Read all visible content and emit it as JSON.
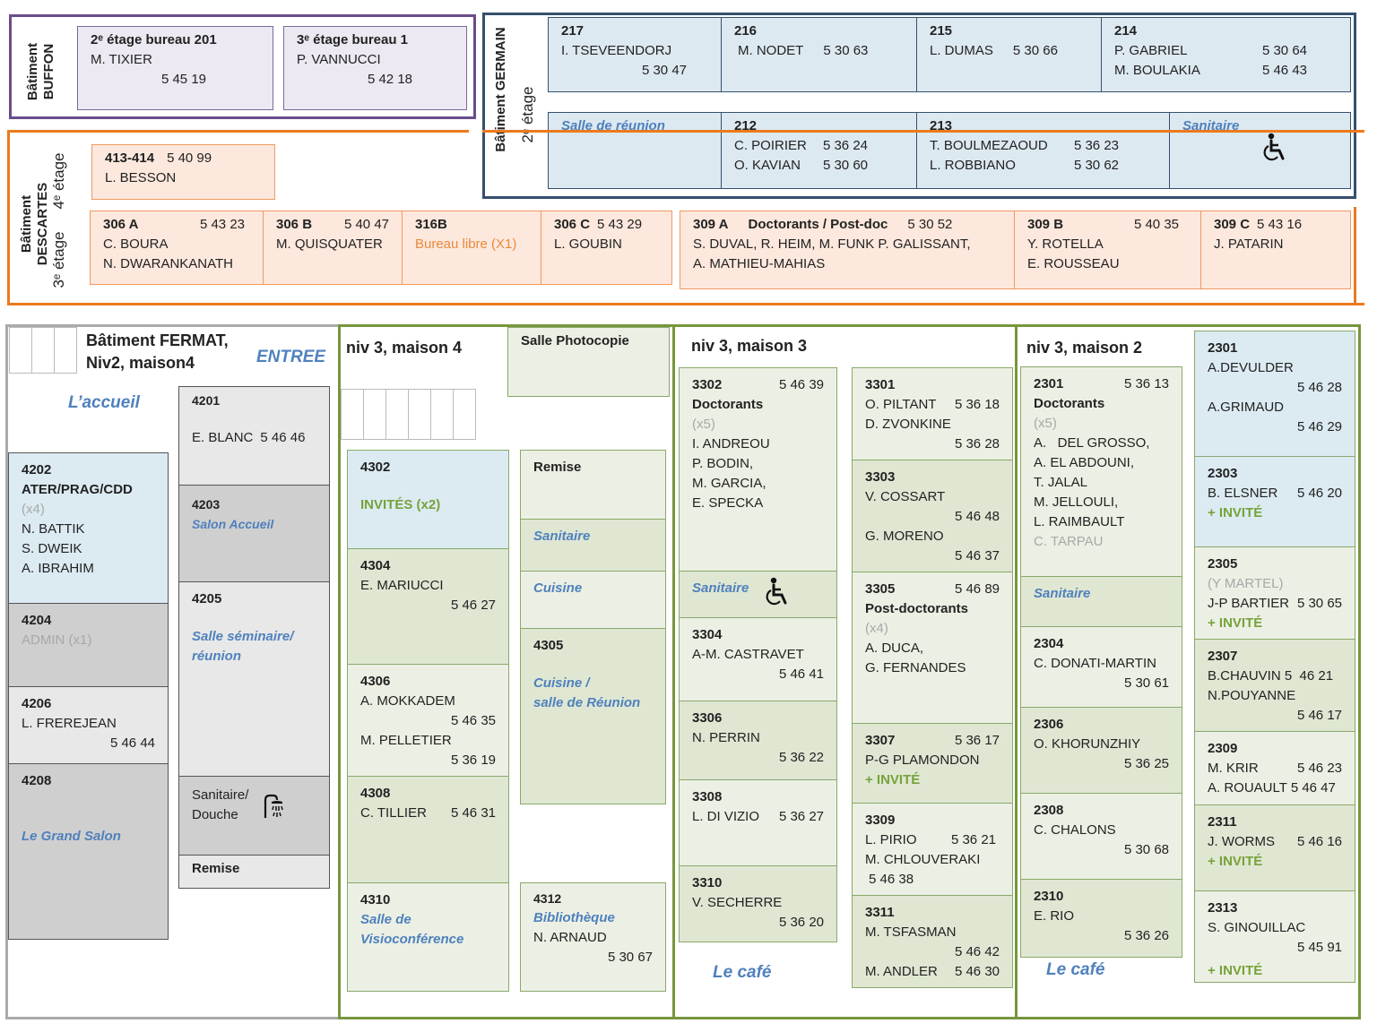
{
  "buffon": {
    "label": "Bâtiment\nBUFFON",
    "r1_title": "2ᵉ étage bureau 201",
    "r1_name": "M. TIXIER",
    "r1_phone": "5 45 19",
    "r2_title": "3ᵉ étage bureau 1",
    "r2_name": "P. VANNUCCI",
    "r2_phone": "5 42 18"
  },
  "germain": {
    "label": "Bâtiment GERMAIN",
    "floor": "2ᵉ étage",
    "r217": {
      "num": "217",
      "name": "I. TSEVEENDORJ",
      "phone": "5 30 47"
    },
    "r216": {
      "num": "216",
      "name": "M. NODET",
      "phone": "5 30 63"
    },
    "r215": {
      "num": "215",
      "name": "L. DUMAS",
      "phone": "5 30 66"
    },
    "r214": {
      "num": "214",
      "n1": "P. GABRIEL",
      "p1": "5 30 64",
      "n2": "M. BOULAKIA",
      "p2": "5 46 43"
    },
    "reunion": "Salle de réunion",
    "r212": {
      "num": "212",
      "n1": "C. POIRIER",
      "p1": "5 36 24",
      "n2": "O. KAVIAN",
      "p2": "5 30 60"
    },
    "r213": {
      "num": "213",
      "n1": "T. BOULMEZAOUD",
      "p1": "5 36 23",
      "n2": "L. ROBBIANO",
      "p2": "5 30 62"
    },
    "sanitaire": "Sanitaire"
  },
  "descartes": {
    "label": "Bâtiment\nDESCARTES",
    "floor4": "4ᵉ étage",
    "floor3": "3ᵉ étage",
    "r413": {
      "num": "413-414",
      "phone": "5 40 99",
      "name": "L. BESSON"
    },
    "r306a": {
      "num": "306 A",
      "phone": "5 43 23",
      "n1": "C. BOURA",
      "n2": "N. DWARANKANATH"
    },
    "r306b": {
      "num": "306 B",
      "phone": "5 40 47",
      "name": "M. QUISQUATER"
    },
    "r316b": {
      "num": "316B",
      "text": "Bureau libre (X1)"
    },
    "r306c": {
      "num": "306 C",
      "phone": "5 43 29",
      "name": "L. GOUBIN"
    },
    "r309a": {
      "num": "309 A",
      "title": "Doctorants / Post-doc",
      "phone": "5 30 52",
      "l1": "S. DUVAL,  R. HEIM, M. FUNK P. GALISSANT,",
      "l2": "A. MATHIEU-MAHIAS"
    },
    "r309b": {
      "num": "309 B",
      "phone": "5 40 35",
      "n1": "Y. ROTELLA",
      "n2": "E. ROUSSEAU"
    },
    "r309c": {
      "num": "309 C",
      "phone": "5 43 16",
      "name": "J. PATARIN"
    }
  },
  "fermat": {
    "title1": "Bâtiment FERMAT,",
    "title2": "Niv2, maison4",
    "entree": "ENTREE",
    "accueil": "L’accueil",
    "r4201": {
      "num": "4201",
      "name": "E. BLANC",
      "phone": "5 46 46"
    },
    "r4202": {
      "num": "4202",
      "title": "ATER/PRAG/CDD",
      "count": "(x4)",
      "n1": "N. BATTIK",
      "n2": "S. DWEIK",
      "n3": "A. IBRAHIM"
    },
    "r4203": {
      "num": "4203",
      "text": "Salon Accueil"
    },
    "r4204": {
      "num": "4204",
      "text": "ADMIN (x1)"
    },
    "r4205": {
      "num": "4205",
      "t1": "Salle séminaire/",
      "t2": "réunion"
    },
    "r4206": {
      "num": "4206",
      "name": "L. FREREJEAN",
      "phone": "5 46 44"
    },
    "r4208": {
      "num": "4208",
      "text": "Le Grand Salon"
    },
    "sanit": {
      "l1": "Sanitaire/",
      "l2": "Douche"
    },
    "remise": "Remise"
  },
  "maison4": {
    "title": "niv 3, maison 4",
    "photocopie": "Salle Photocopie",
    "r4302": {
      "num": "4302",
      "text": "INVITÉS (x2)"
    },
    "r4304": {
      "num": "4304",
      "name": "E. MARIUCCI",
      "phone": "5 46 27"
    },
    "r4306": {
      "num": "4306",
      "n1": "A. MOKKADEM",
      "p1": "5 46 35",
      "n2": "M. PELLETIER",
      "p2": "5 36 19"
    },
    "r4308": {
      "num": "4308",
      "name": "C. TILLIER",
      "phone": "5 46 31"
    },
    "r4310": {
      "num": "4310",
      "t1": "Salle de",
      "t2": "Visioconférence"
    },
    "remise": "Remise",
    "sanitaire": "Sanitaire",
    "cuisine": "Cuisine",
    "r4305": {
      "num": "4305",
      "t1": "Cuisine /",
      "t2": "salle de Réunion"
    },
    "r4312": {
      "num": "4312",
      "title": "Bibliothèque",
      "name": "N. ARNAUD",
      "phone": "5 30 67"
    }
  },
  "maison3": {
    "title": "niv 3, maison 3",
    "cafe": "Le café",
    "sanitaire": "Sanitaire",
    "r3302": {
      "num": "3302",
      "phone": "5 46 39",
      "title": "Doctorants",
      "count": "(x5)",
      "n1": "I. ANDREOU",
      "n2": "P. BODIN,",
      "n3": "M. GARCIA,",
      "n4": "E. SPECKA"
    },
    "r3304": {
      "num": "3304",
      "name": "A-M. CASTRAVET",
      "phone": "5 46 41"
    },
    "r3306": {
      "num": "3306",
      "name": "N. PERRIN",
      "phone": "5 36 22"
    },
    "r3308": {
      "num": "3308",
      "name": "L. DI VIZIO",
      "phone": "5 36 27"
    },
    "r3310": {
      "num": "3310",
      "name": "V. SECHERRE",
      "phone": "5 36 20"
    },
    "r3301": {
      "num": "3301",
      "n1": "O. PILTANT",
      "p1": "5 36 18",
      "n2": "D. ZVONKINE",
      "p2": "5 36 28"
    },
    "r3303": {
      "num": "3303",
      "n1": "V. COSSART",
      "p1": "5 46 48",
      "n2": "G. MORENO",
      "p2": "5 46 37"
    },
    "r3305": {
      "num": "3305",
      "phone": "5 46 89",
      "title": "Post-doctorants",
      "count": "(x4)",
      "n1": "A. DUCA,",
      "n2": "G. FERNANDES"
    },
    "r3307": {
      "num": "3307",
      "phone": "5 36 17",
      "name": "P-G PLAMONDON",
      "inv": "+ INVITÉ"
    },
    "r3309": {
      "num": "3309",
      "n1": "L. PIRIO",
      "p1": "5 36 21",
      "n2": "M. CHLOUVERAKI",
      "p2": "5 46  38"
    },
    "r3311": {
      "num": "3311",
      "n1": "M. TSFASMAN",
      "p1": "5 46 42",
      "n2": "M. ANDLER",
      "p2": "5 46 30"
    }
  },
  "maison2": {
    "title": "niv 3, maison 2",
    "cafe": "Le café",
    "sanitaire": "Sanitaire",
    "r2301a": {
      "num": "2301",
      "phone": "5 36 13",
      "title": "Doctorants",
      "count": "(x5)",
      "n1": "A.   DEL GROSSO,",
      "n2": "A. EL ABDOUNI,",
      "n3": "T. JALAL",
      "n4": "M. JELLOULI,",
      "n5": "L. RAIMBAULT",
      "n6": "C. TARPAU"
    },
    "r2304": {
      "num": "2304",
      "name": "C. DONATI-MARTIN",
      "phone": "5 30 61"
    },
    "r2306": {
      "num": "2306",
      "name": "O. KHORUNZHIY",
      "phone": "5 36 25"
    },
    "r2308": {
      "num": "2308",
      "name": "C. CHALONS",
      "phone": "5 30 68"
    },
    "r2310": {
      "num": "2310",
      "name": "E. RIO",
      "phone": "5 36 26"
    },
    "r2301b": {
      "num": "2301",
      "n1": "A.DEVULDER",
      "p1": "5 46 28",
      "n2": "A.GRIMAUD",
      "p2": "5 46 29"
    },
    "r2303": {
      "num": "2303",
      "name": "B. ELSNER",
      "phone": "5 46 20",
      "inv": "+ INVITÉ"
    },
    "r2305": {
      "num": "2305",
      "prev": "(Y MARTEL)",
      "name": "J-P BARTIER",
      "phone": "5 30 65",
      "inv": "+ INVITÉ"
    },
    "r2307": {
      "num": "2307",
      "n1": "B.CHAUVIN",
      "p1": "5  46 21",
      "n2": "N.POUYANNE",
      "p2": "5 46 17"
    },
    "r2309": {
      "num": "2309",
      "n1": "M. KRIR",
      "p1": "5 46 23",
      "n2": "A. ROUAULT",
      "p2": "5 46 47"
    },
    "r2311": {
      "num": "2311",
      "name": "J. WORMS",
      "phone": "5 46 16",
      "inv": "+ INVITÉ"
    },
    "r2313": {
      "num": "2313",
      "name": "S. GINOUILLAC",
      "phone": "5 45 91",
      "inv": "+ INVITÉ"
    }
  },
  "colors": {
    "buffon": "#6a4c8c",
    "germain": "#35506e",
    "descartes": "#ec7a1e",
    "fermat": "#aaaaaa",
    "maisons": "#77963c",
    "accent": "#4f81bd",
    "invite": "#77a23a"
  },
  "icons": [
    "wheelchair-icon",
    "shower-icon"
  ]
}
